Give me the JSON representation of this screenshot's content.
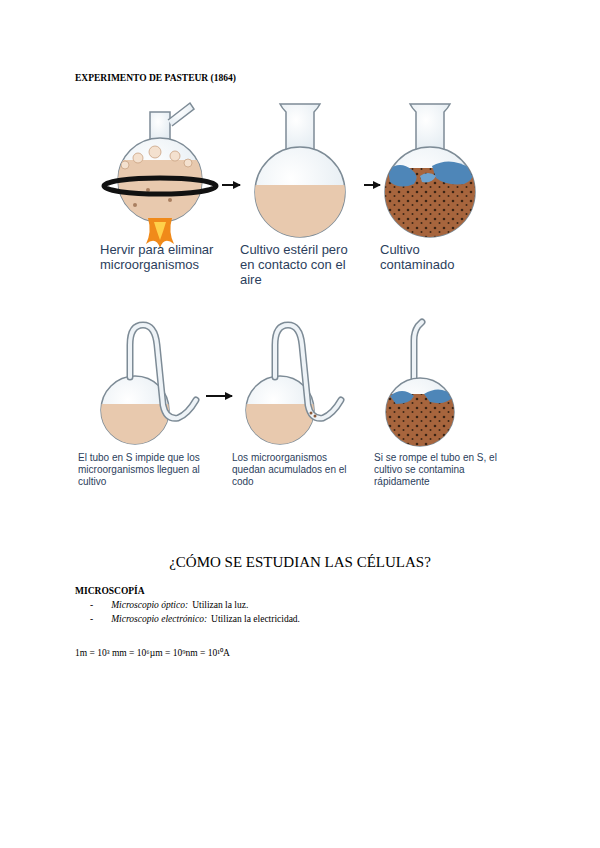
{
  "diagram": {
    "title": "EXPERIMENTO DE PASTEUR (1864)",
    "nodes": [
      {
        "text": [
          "Hervir para eliminar microorganismos"
        ]
      },
      {
        "text": [
          "Cultivo estéril pero en contacto con el aire"
        ]
      },
      {
        "text": [
          "Cultivo contaminado"
        ]
      },
      {
        "text": [
          "El tubo en S impide que los microorganismos lleguen al cultivo"
        ]
      },
      {
        "text": [
          "Los microorganismos quedan acumulados en el codo"
        ]
      },
      {
        "text": [
          "Si se rompe el tubo en S, el cultivo se contamina rápidamente"
        ]
      }
    ],
    "edges": [
      {
        "from": 0,
        "to": 1,
        "arrow": "to"
      },
      {
        "from": 1,
        "to": 2,
        "arrow": "to"
      },
      {
        "from": 3,
        "to": 4,
        "arrow": "to"
      }
    ],
    "labels": [
      "¿CÓMO SE ESTUDIAN LAS CÉLULAS?",
      "MICROSCOPÍA",
      "-",
      "Microscopio óptico:",
      "Utilizan la luz.",
      "-",
      "Microscopio electrónico:",
      "Utilizan la electricidad.",
      "1m = 10³ mm = 10⁶µm = 10⁹nm = 10¹⁰A"
    ]
  }
}
